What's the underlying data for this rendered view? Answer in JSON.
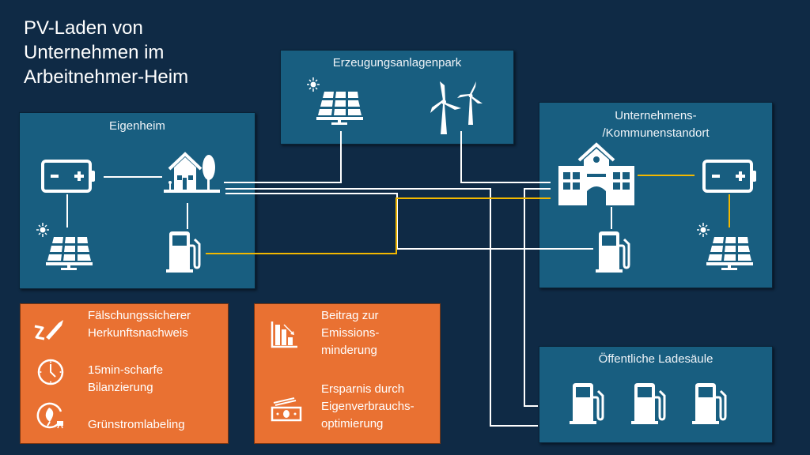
{
  "title": {
    "line1": "PV-Laden von",
    "line2": "Unternehmen im",
    "line3": "Arbeitnehmer-Heim"
  },
  "boxes": {
    "eigenheim": {
      "title": "Eigenheim"
    },
    "erzeugung": {
      "title": "Erzeugungsanlagenpark"
    },
    "unternehmen": {
      "title_line1": "Unternehmens-",
      "title_line2": "/Kommunenstandort"
    },
    "oeffentlich": {
      "title": "Öffentliche Ladesäule"
    }
  },
  "benefits_left": {
    "items": [
      {
        "icon": "signature-icon",
        "line1": "Fälschungssicherer",
        "line2": "Herkunftsnachweis"
      },
      {
        "icon": "clock-icon",
        "line1": "15min-scharfe",
        "line2": "Bilanzierung"
      },
      {
        "icon": "green-power-icon",
        "line1": "Grünstromlabeling",
        "line2": ""
      }
    ]
  },
  "benefits_right": {
    "items": [
      {
        "icon": "decreasing-chart-icon",
        "line1": "Beitrag zur",
        "line2": "Emissions-",
        "line3": "minderung"
      },
      {
        "icon": "money-icon",
        "line1": "Ersparnis durch",
        "line2": "Eigenverbrauchs-",
        "line3": "optimierung"
      }
    ]
  },
  "colors": {
    "background": "#0f2a45",
    "box": "#185e80",
    "orange": "#e97132",
    "wire_white": "#ffffff",
    "wire_yellow": "#f2b800"
  }
}
